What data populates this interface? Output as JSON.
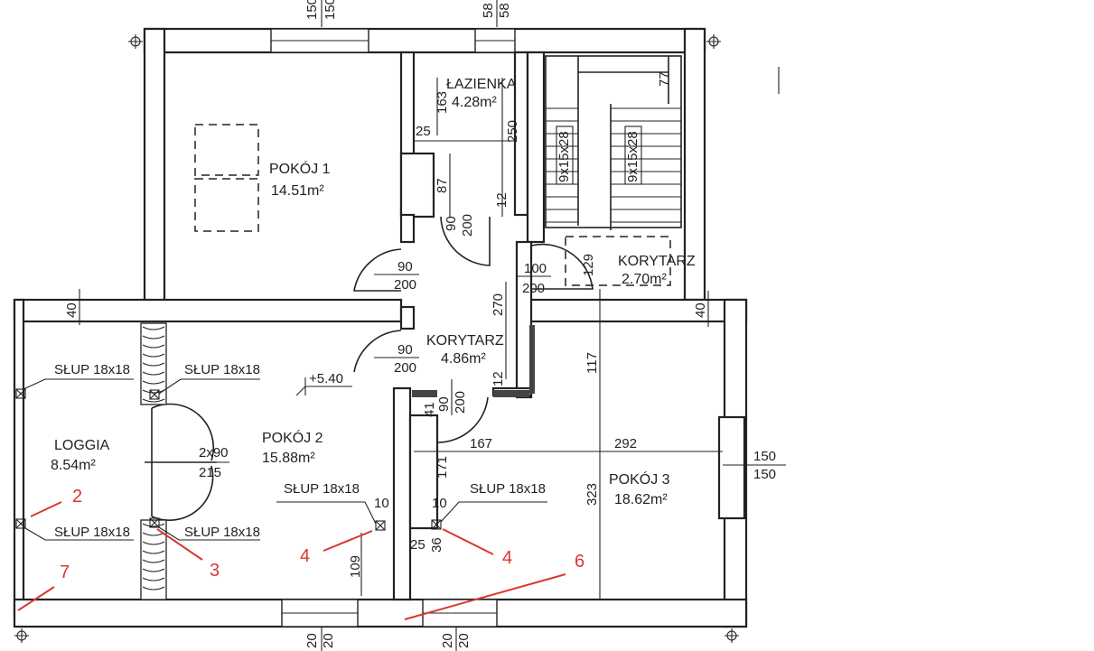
{
  "rooms": {
    "pokoj1": {
      "name": "POKÓJ 1",
      "area": "14.51m²"
    },
    "lazienka": {
      "name": "ŁAZIENKA",
      "area": "4.28m²"
    },
    "korytarz_top": {
      "name": "KORYTARZ",
      "area": "2.70m²"
    },
    "korytarz_mid": {
      "name": "KORYTARZ",
      "area": "4.86m²"
    },
    "pokoj2": {
      "name": "POKÓJ 2",
      "area": "15.88m²"
    },
    "pokoj3": {
      "name": "POKÓJ 3",
      "area": "18.62m²"
    },
    "loggia": {
      "name": "LOGGIA",
      "area": "8.54m²"
    }
  },
  "level": "+5.40",
  "columns": {
    "label": "SŁUP 18x18"
  },
  "stairs": {
    "left": "9x15x28",
    "right": "9x15x28"
  },
  "dims": {
    "win_top_left_a": "150",
    "win_top_left_b": "150",
    "win_top_bath_a": "58",
    "win_top_bath_b": "58",
    "win_right_a": "150",
    "win_right_b": "150",
    "bottom_left_a": "20",
    "bottom_left_b": "20",
    "bottom_right_a": "20",
    "bottom_right_b": "20",
    "bath_163": "163",
    "bath_25": "25",
    "bath_87": "87",
    "bath_250": "250",
    "bath_12": "12",
    "door_bath_a": "90",
    "door_bath_b": "200",
    "door_p1_a": "90",
    "door_p1_b": "200",
    "door_p2_a": "90",
    "door_p2_b": "200",
    "door_k_a": "100",
    "door_k_b": "200",
    "stair_77": "77",
    "stair_129": "129",
    "kor_270": "270",
    "kor_12": "12",
    "door_p3_a": "90",
    "door_p3_b": "200",
    "d_41": "41",
    "d_167": "167",
    "d_292": "292",
    "d_117": "117",
    "d_323": "323",
    "d_171": "171",
    "d_10a": "10",
    "d_10b": "10",
    "d_25": "25",
    "d_36": "36",
    "d_109": "109",
    "wall_40_left": "40",
    "wall_40_right": "40",
    "loggia_door_a": "2x90",
    "loggia_door_b": "215"
  },
  "markers": [
    "2",
    "3",
    "4",
    "4",
    "6",
    "7"
  ]
}
